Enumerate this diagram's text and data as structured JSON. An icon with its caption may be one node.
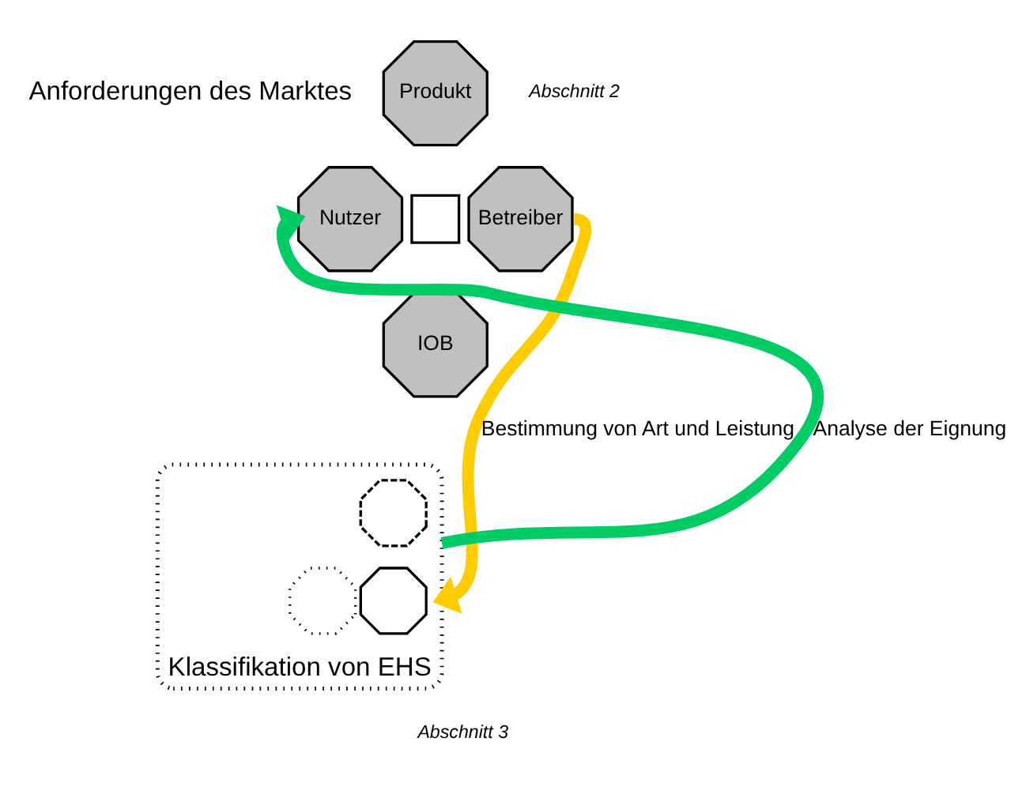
{
  "diagram": {
    "nodes": [
      {
        "text": [
          "Produkt"
        ]
      },
      {
        "text": [
          "Nutzer"
        ]
      },
      {
        "text": [],
        "shape": "box"
      },
      {
        "text": [
          "Betreiber"
        ]
      },
      {
        "text": [
          "IOB"
        ]
      },
      {
        "text": [],
        "shape": "box",
        "beside": [
          "Klassifikation von EHS"
        ]
      },
      {
        "text": [],
        "shape": "octagon",
        "in": 5
      },
      {
        "text": [],
        "shape": "octagon",
        "in": 5
      },
      {
        "text": [],
        "shape": "octagon",
        "in": 5
      }
    ],
    "edges": [
      {
        "from": 5,
        "to": 1,
        "arrow": "to",
        "label": "Analyse der Eignung",
        "color": "#00cc66"
      },
      {
        "from": 3,
        "to": 5,
        "arrow": "to",
        "label": "Bestimmung von Art und Leistung",
        "color": "#ffcc00"
      }
    ],
    "labels": [
      "Anforderungen des Marktes",
      "Abschnitt 2",
      "Abschnitt 3"
    ]
  }
}
